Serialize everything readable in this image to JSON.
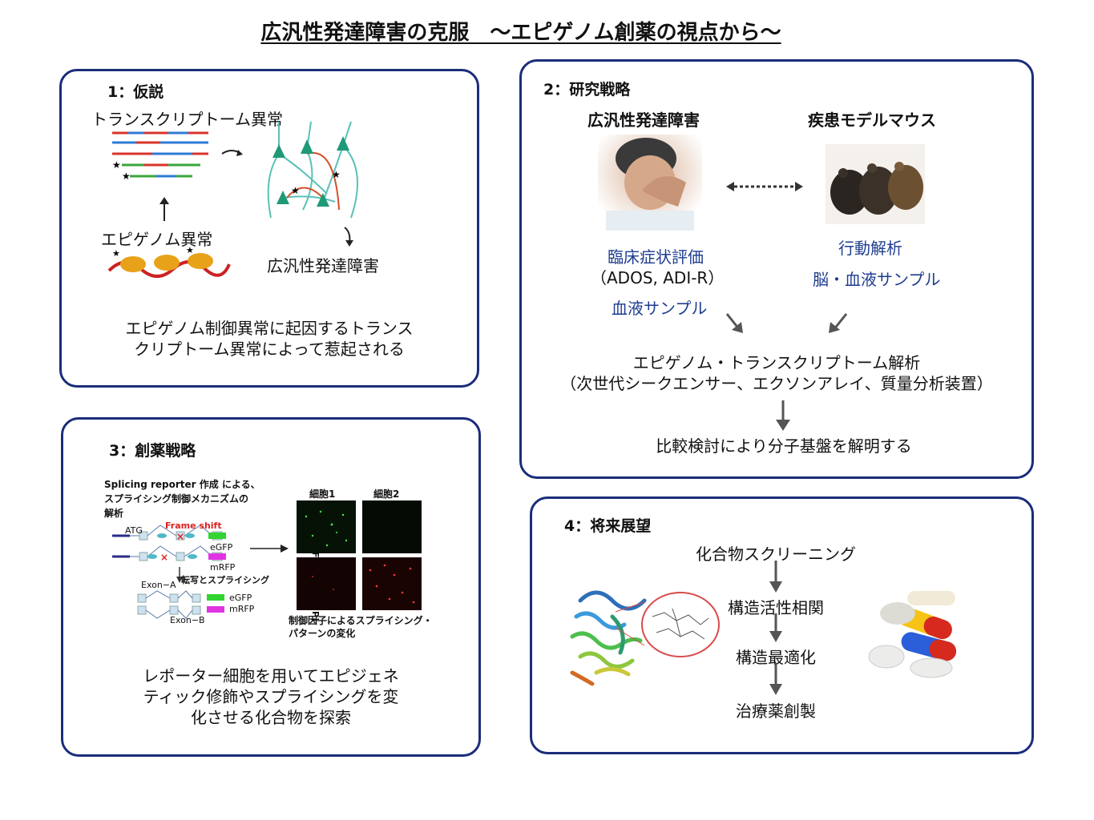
{
  "title": "広汎性発達障害の克服　～エピゲノム創薬の視点から～",
  "panel1": {
    "title": "1：仮説",
    "transcriptome_label": "トランスクリプトーム異常",
    "epigenome_label": "エピゲノム異常",
    "disorder_label": "広汎性発達障害",
    "summary_line1": "エピゲノム制御異常に起因するトランス",
    "summary_line2": "クリプトーム異常によって惹起される"
  },
  "panel2": {
    "title": "2：研究戦略",
    "left_heading": "広汎性発達障害",
    "right_heading": "疾患モデルマウス",
    "clinical_eval": "臨床症状評価",
    "ados": "（ADOS, ADI-R）",
    "blood_sample": "血液サンプル",
    "behavior": "行動解析",
    "brain_blood": "脳・血液サンプル",
    "analysis": "エピゲノム・トランスクリプトーム解析",
    "devices": "（次世代シークエンサー、エクソンアレイ、質量分析装置）",
    "conclusion": "比較検討により分子基盤を解明する"
  },
  "panel3": {
    "title": "3：創薬戦略",
    "reporter_line1": "Splicing reporter 作成 による、",
    "reporter_line2": "スプライシング制御メカニズムの",
    "reporter_line3": "解析",
    "atg": "ATG",
    "frame_shift": "Frame shift",
    "egfp": "eGFP",
    "mrfp": "mRFP",
    "transcription": "転写とスプライシング",
    "exon_a": "Exon−A",
    "exon_b": "Exon−B",
    "cell1": "細胞1",
    "cell2": "細胞2",
    "row_a": "Exon-A (GFP)",
    "row_b": "Exon B (RFP)",
    "caption_line1": "制御因子によるスプライシング・",
    "caption_line2": "パターンの変化",
    "summary_line1": "レポーター細胞を用いてエピジェネ",
    "summary_line2": "ティック修飾やスプライシングを変",
    "summary_line3": "化させる化合物を探索"
  },
  "panel4": {
    "title": "4：将来展望",
    "steps": [
      "化合物スクリーニング",
      "構造活性相関",
      "構造最適化",
      "治療薬創製"
    ]
  }
}
